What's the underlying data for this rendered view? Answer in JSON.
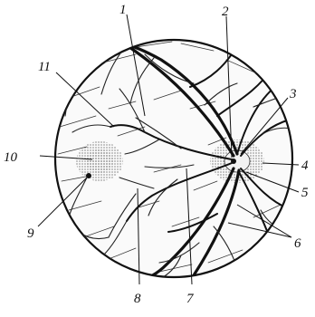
{
  "labels": [
    {
      "id": "l1",
      "text": "1"
    },
    {
      "id": "l2",
      "text": "2"
    },
    {
      "id": "l3",
      "text": "3"
    },
    {
      "id": "l4",
      "text": "4"
    },
    {
      "id": "l5",
      "text": "5"
    },
    {
      "id": "l6",
      "text": "6"
    },
    {
      "id": "l7",
      "text": "7"
    },
    {
      "id": "l8",
      "text": "8"
    },
    {
      "id": "l9",
      "text": "9"
    },
    {
      "id": "l10",
      "text": "10"
    },
    {
      "id": "l11",
      "text": "11"
    }
  ]
}
